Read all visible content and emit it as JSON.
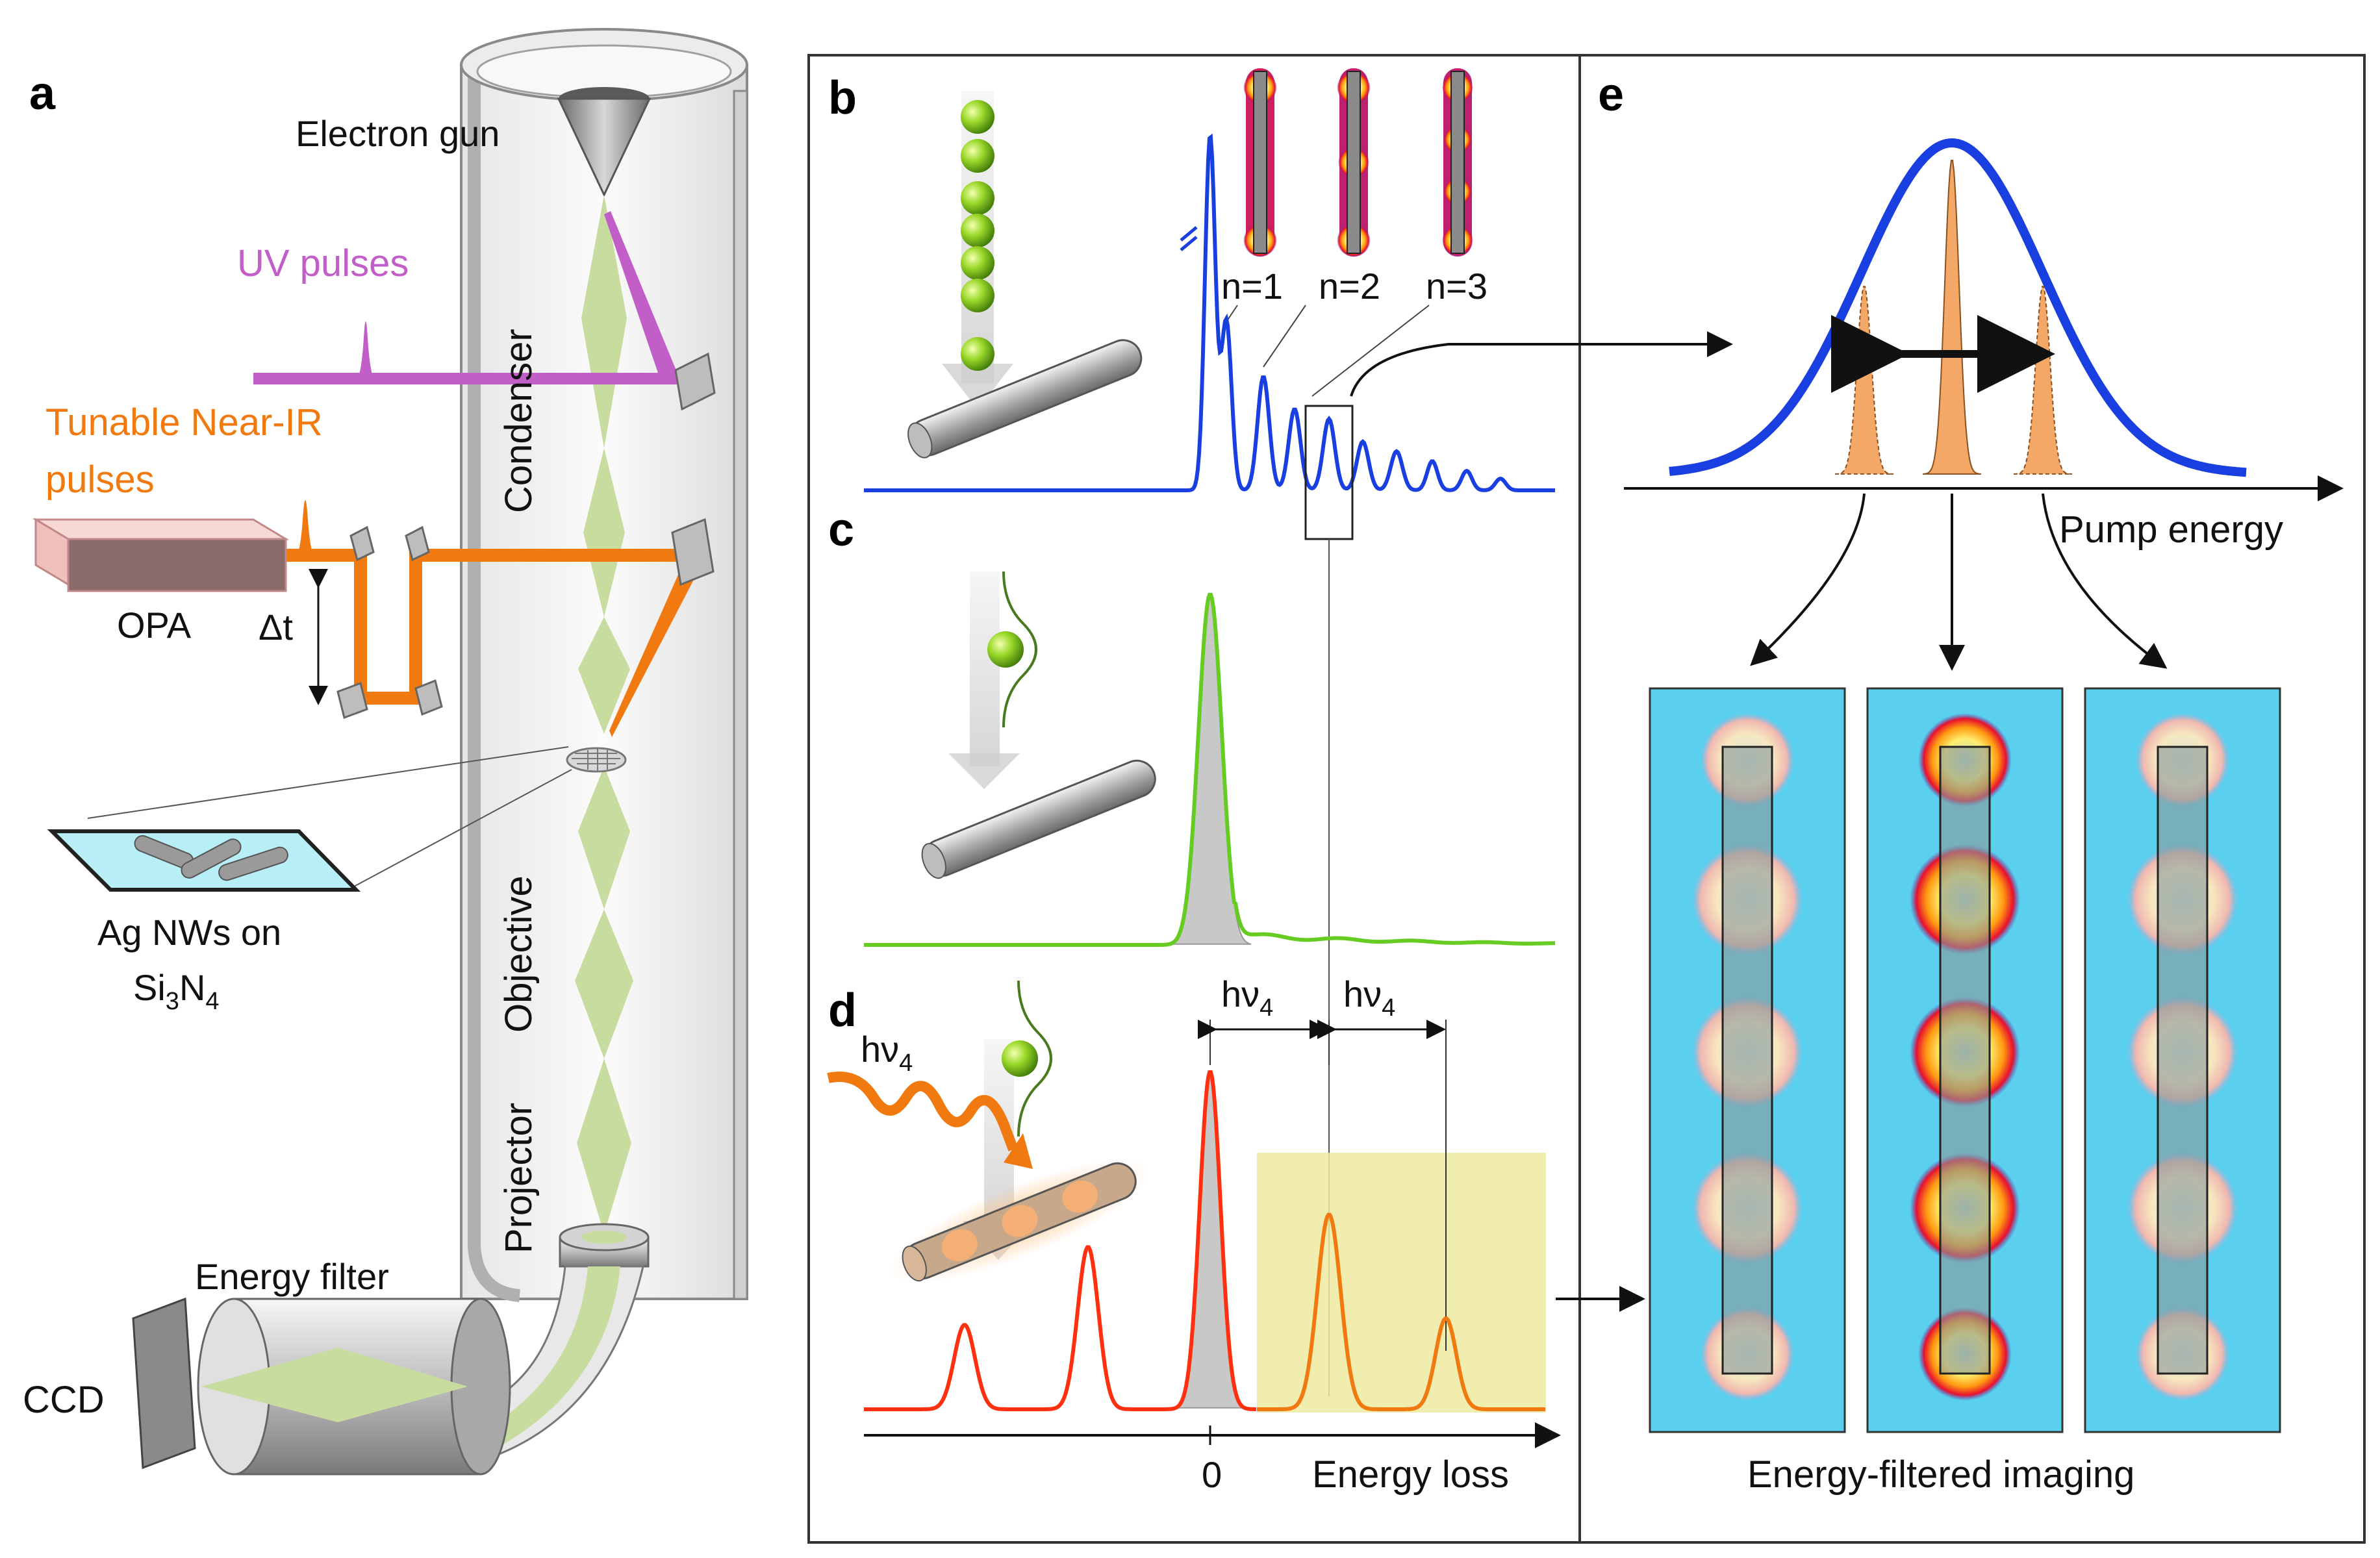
{
  "panels": {
    "a": {
      "letter": "a",
      "electron_gun": "Electron gun",
      "uv_pulses": "UV pulses",
      "nir_line1": "Tunable Near-IR",
      "nir_line2": "pulses",
      "condenser": "Condenser",
      "opa": "OPA",
      "delay": "Δt",
      "sample_line1": "Ag NWs on",
      "sample_si": "Si",
      "sample_3": "3",
      "sample_n": "N",
      "sample_4": "4",
      "objective": "Objective",
      "projector": "Projector",
      "energy_filter": "Energy filter",
      "ccd": "CCD"
    },
    "b": {
      "letter": "b",
      "n1": "n=1",
      "n2": "n=2",
      "n3": "n=3"
    },
    "c": {
      "letter": "c"
    },
    "d": {
      "letter": "d",
      "hv": "hν",
      "hv_sub": "4",
      "zero": "0",
      "energy_loss": "Energy loss"
    },
    "e": {
      "letter": "e",
      "pump_energy": "Pump energy",
      "energy_filtered_imaging": "Energy-filtered imaging"
    }
  },
  "colors": {
    "uv": "#c25ec8",
    "nir": "#f07a10",
    "beam": "#c8dca0",
    "blue_spectrum": "#1a3fe0",
    "green_spectrum": "#66cc22",
    "red_spectrum": "#ff3010",
    "pump_gaussian": "#1a3fe0",
    "filter_peak": "#f4a868",
    "image_bg": "#5ad0ee",
    "window_highlight": "#eeeaa0"
  }
}
